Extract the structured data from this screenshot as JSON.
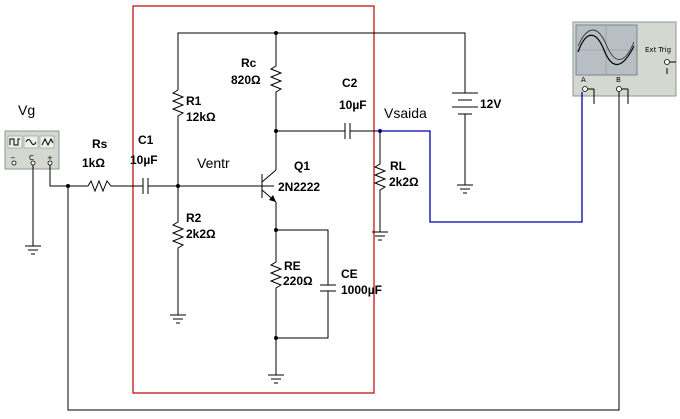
{
  "labels": {
    "vg": "Vg",
    "rs_name": "Rs",
    "rs_value": "1kΩ",
    "c1_name": "C1",
    "c1_value": "10µF",
    "r1_name": "R1",
    "r1_value": "12kΩ",
    "r2_name": "R2",
    "r2_value": "2k2Ω",
    "rc_name": "Rc",
    "rc_value": "820Ω",
    "c2_name": "C2",
    "c2_value": "10µF",
    "vsaida": "Vsaida",
    "battery_value": "12V",
    "ventr": "Ventr",
    "q1_name": "Q1",
    "q1_part": "2N2222",
    "rl_name": "RL",
    "rl_value": "2k2Ω",
    "re_name": "RE",
    "re_value": "220Ω",
    "ce_name": "CE",
    "ce_value": "1000µF",
    "scope_ext_trig": "Ext Trig",
    "scope_a": "A",
    "scope_b": "B"
  },
  "colors": {
    "wire": "#000000",
    "scope_wire": "#0000aa",
    "boundary": "#c00000",
    "instrument_body": "#d4d8d0",
    "instrument_border": "#8a9a90",
    "scope_screen": "#b8bfc4",
    "trace": "#000000"
  },
  "icons": {
    "function_generator": "function-generator-icon",
    "oscilloscope": "oscilloscope-icon",
    "ground": "ground-icon",
    "battery": "battery-icon",
    "transistor": "npn-transistor-icon"
  }
}
